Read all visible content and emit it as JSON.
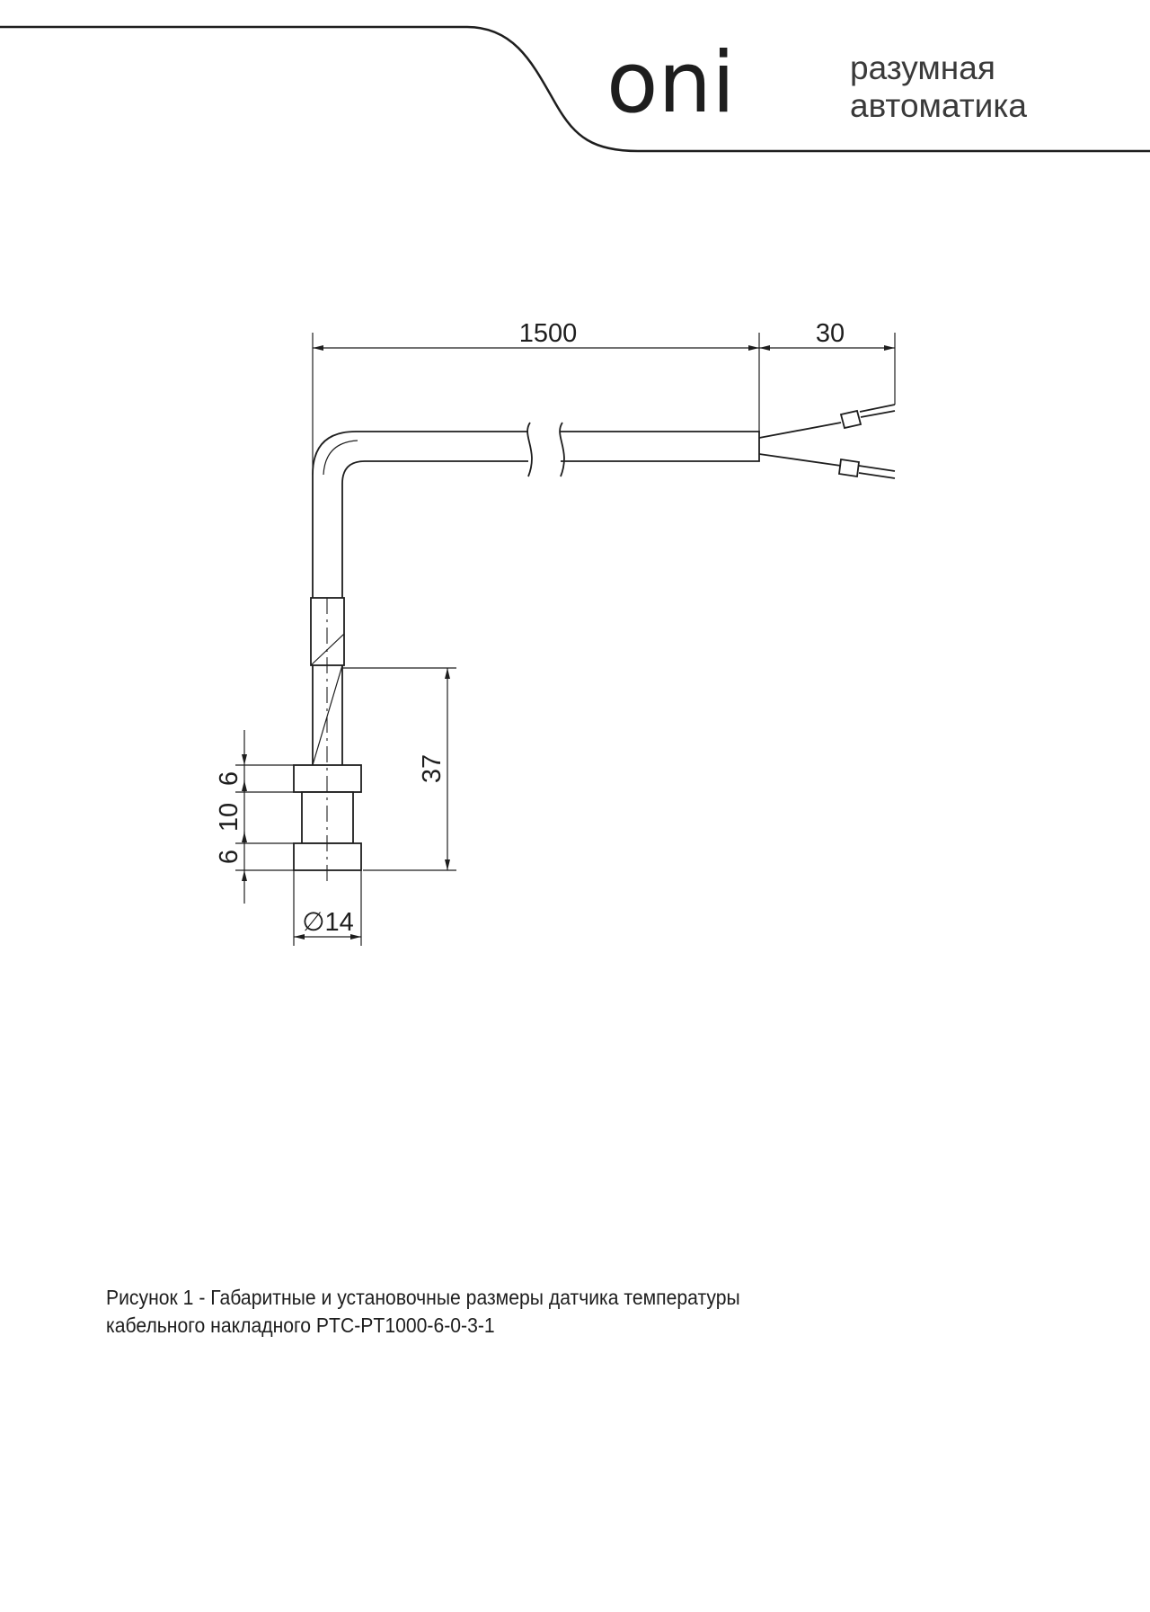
{
  "header": {
    "logo_text": "oni",
    "tagline_line1": "разумная",
    "tagline_line2": "автоматика"
  },
  "drawing": {
    "dimensions": {
      "cable_length": "1500",
      "lead_length": "30",
      "height": "37",
      "flange_top": "6",
      "neck": "10",
      "flange_bottom": "6",
      "diameter": "∅14"
    }
  },
  "caption": {
    "line1": "Рисунок 1 - Габаритные и установочные размеры датчика температуры",
    "line2": "кабельного накладного PTC-PT1000-6-0-3-1"
  },
  "colors": {
    "ink": "#1e1e1e",
    "tagline": "#3a3a3a",
    "background": "#ffffff"
  }
}
